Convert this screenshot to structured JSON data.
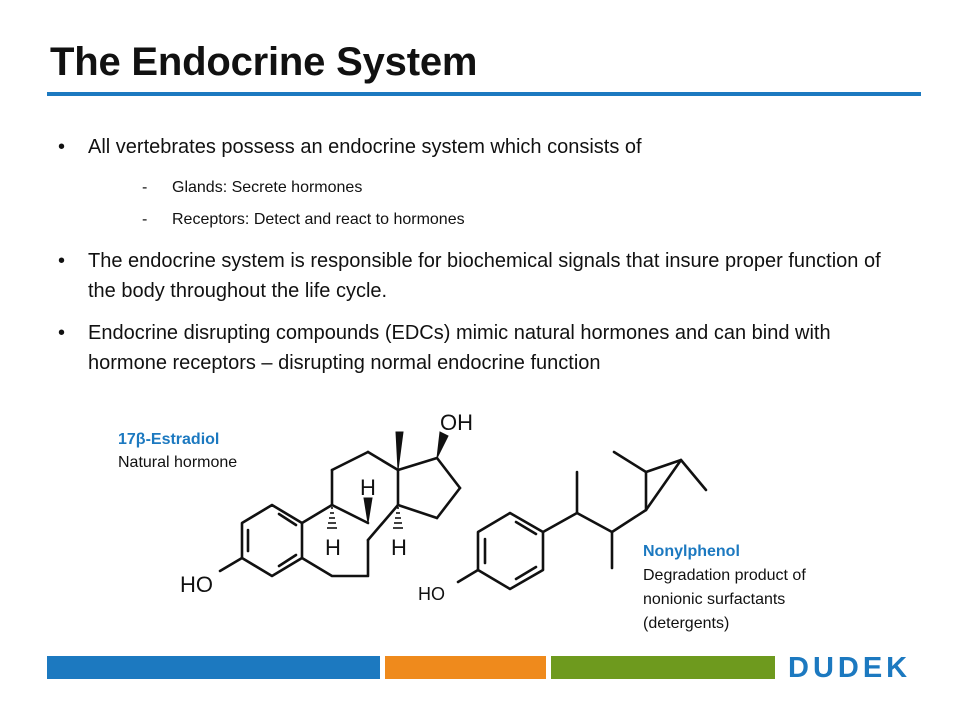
{
  "slide": {
    "title": "The Endocrine System",
    "bullets": [
      {
        "text": "All vertebrates possess an endocrine system which consists of",
        "subs": [
          "Glands: Secrete hormones",
          "Receptors: Detect and react to hormones"
        ]
      },
      {
        "text": "The endocrine system is responsible for biochemical signals that insure proper function of the body throughout the life cycle.",
        "subs": []
      },
      {
        "text": "Endocrine disrupting compounds (EDCs) mimic natural hormones and can bind with hormone receptors – disrupting normal endocrine function",
        "subs": []
      }
    ],
    "bullet_char": "•",
    "sub_char": "-"
  },
  "estradiol": {
    "name": "17β-Estradiol",
    "desc": "Natural hormone",
    "atoms": {
      "oh": "OH",
      "ho": "HO",
      "h_top": "H",
      "h_left": "H",
      "h_right": "H"
    }
  },
  "nonylphenol": {
    "name": "Nonylphenol",
    "desc_lines": [
      "Degradation product of",
      "nonionic surfactants",
      "(detergents)"
    ],
    "atoms": {
      "ho": "HO"
    }
  },
  "footer": {
    "logo": "DUDEK",
    "colors": {
      "blue": "#1c79c0",
      "orange": "#ef8a1c",
      "green": "#6e9a1e"
    }
  },
  "colors": {
    "accent": "#1c79c0",
    "text": "#111111"
  }
}
